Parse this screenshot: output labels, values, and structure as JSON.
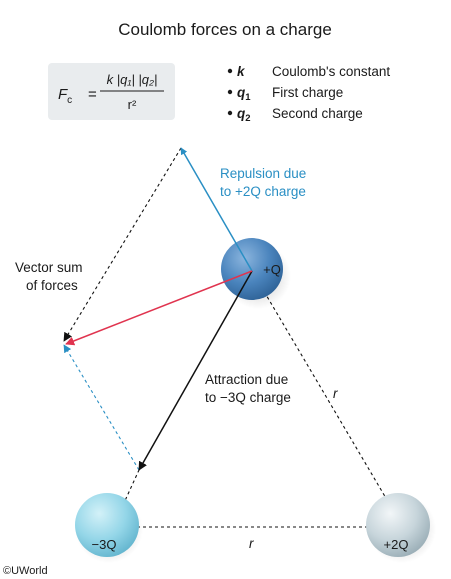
{
  "title": "Coulomb forces on a charge",
  "formula": {
    "lhs": "F",
    "lhs_sub": "c",
    "equals": "=",
    "numerator": "k |q₁| |q₂|",
    "denominator": "r²"
  },
  "legend": [
    {
      "symbol": "k",
      "sub": "",
      "text": "Coulomb's constant"
    },
    {
      "symbol": "q",
      "sub": "1",
      "text": "First charge"
    },
    {
      "symbol": "q",
      "sub": "2",
      "text": "Second charge"
    }
  ],
  "labels": {
    "repulsion_line1": "Repulsion due",
    "repulsion_line2": "to +2Q charge",
    "vector_sum_line1": "Vector sum",
    "vector_sum_line2": "of forces",
    "attraction_line1": "Attraction due",
    "attraction_line2": "to −3Q charge",
    "distance_right": "r",
    "distance_bottom": "r"
  },
  "charges": {
    "top": "+Q",
    "bottom_left": "−3Q",
    "bottom_right": "+2Q"
  },
  "copyright": "©UWorld",
  "colors": {
    "repulsion": "#2a8fc4",
    "attraction": "#111111",
    "vector_sum": "#e0344f",
    "charge_top": "#3f7fb8",
    "charge_left": "#8fd6e8",
    "charge_right": "#c9d7dd"
  }
}
